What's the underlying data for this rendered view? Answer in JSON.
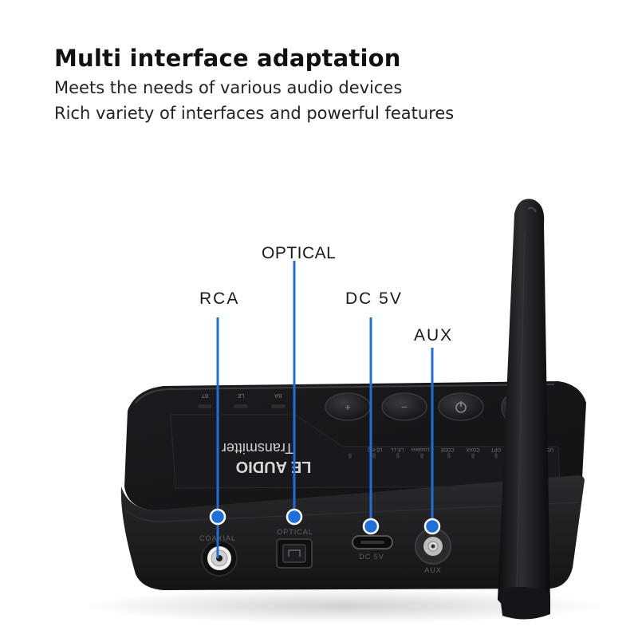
{
  "heading": {
    "title": "Multi interface adaptation",
    "line1": "Meets the needs of various audio devices",
    "line2": "Rich variety of interfaces and powerful features"
  },
  "callouts": {
    "optical": "OPTICAL",
    "rca": "RCA",
    "dc": "DC 5V",
    "aux": "AUX"
  },
  "device": {
    "top_label_line1": "LE AUDIO",
    "top_label_line2": "Transmitter",
    "mode_labels": [
      "BT",
      "LE",
      "BA"
    ],
    "indicator_labels": [
      "LE-HQ",
      "LE-LL",
      "Lossless",
      "CODE",
      "COAX",
      "OPT",
      "USB"
    ],
    "port_labels": {
      "coaxial": "COAXIAL",
      "optical": "OPTICAL",
      "dc": "DC 5V",
      "aux": "AUX"
    }
  },
  "colors": {
    "accent": "#1e6fd9",
    "device_body": "#1b1b1d",
    "background": "#ffffff"
  }
}
